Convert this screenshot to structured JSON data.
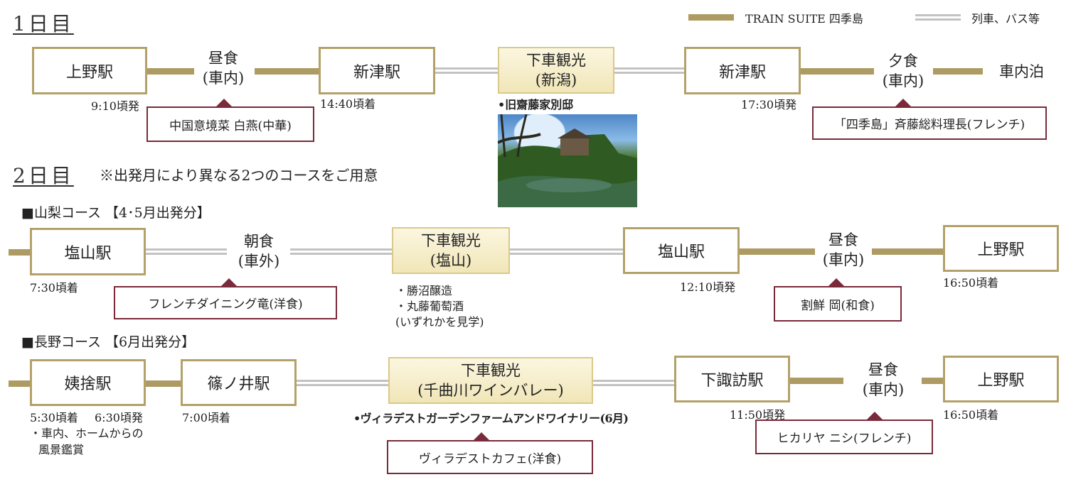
{
  "legend": {
    "train_label": "TRAIN SUITE 四季島",
    "other_label": "列車、バス等",
    "train_color": "#ad9b63",
    "other_color": "#c2c2c2"
  },
  "day1": {
    "title": "1日目",
    "stations": {
      "ueno": "上野駅",
      "niitsu1": "新津駅",
      "niitsu2": "新津駅",
      "overnight": "車内泊"
    },
    "lunch": {
      "line1": "昼食",
      "line2": "(車内)",
      "restaurant": "中国意境菜 白燕(中華)"
    },
    "sightseeing": {
      "line1": "下車観光",
      "line2": "(新潟)",
      "spot": "•旧齋藤家別邸"
    },
    "dinner": {
      "line1": "夕食",
      "line2": "(車内)",
      "restaurant": "「四季島」斉藤総料理長(フレンチ)"
    },
    "times": {
      "ueno_depart": "9:10頃発",
      "niitsu_arrive": "14:40頃着",
      "niitsu_depart": "17:30頃発"
    }
  },
  "day2": {
    "title": "2日目",
    "note": "※出発月により異なる2つのコースをご用意",
    "yamanashi": {
      "heading": "■山梨コース 【4･5月出発分】",
      "station1": "塩山駅",
      "breakfast": {
        "line1": "朝食",
        "line2": "(車外)",
        "restaurant": "フレンチダイニング竜(洋食)"
      },
      "sightseeing": {
        "line1": "下車観光",
        "line2": "(塩山)",
        "spots": [
          "・勝沼醸造",
          "・丸藤葡萄酒",
          "(いずれかを見学)"
        ]
      },
      "station2": "塩山駅",
      "lunch": {
        "line1": "昼食",
        "line2": "(車内)",
        "restaurant": "割鮮 岡(和食)"
      },
      "station3": "上野駅",
      "times": {
        "enzan_arrive": "7:30頃着",
        "enzan_depart": "12:10頃発",
        "ueno_arrive": "16:50頃着"
      }
    },
    "nagano": {
      "heading": "■長野コース 【6月出発分】",
      "station1": "姨捨駅",
      "station2": "篠ノ井駅",
      "sightseeing": {
        "line1": "下車観光",
        "line2": "(千曲川ワインバレー)",
        "spot": "•ヴィラデストガーデンファームアンドワイナリー(6月)",
        "restaurant": "ヴィラデストカフェ(洋食)"
      },
      "station3": "下諏訪駅",
      "lunch": {
        "line1": "昼食",
        "line2": "(車内)",
        "restaurant": "ヒカリヤ ニシ(フレンチ)"
      },
      "station4": "上野駅",
      "times": {
        "obasute_arrive": "5:30頃着",
        "obasute_depart": "6:30頃発",
        "shinonoi_arrive": "7:00頃着",
        "shimosuwa_depart": "11:50頃発",
        "ueno_arrive": "16:50頃着"
      },
      "notes": [
        "・車内、ホームからの",
        "風景鑑賞"
      ]
    }
  }
}
